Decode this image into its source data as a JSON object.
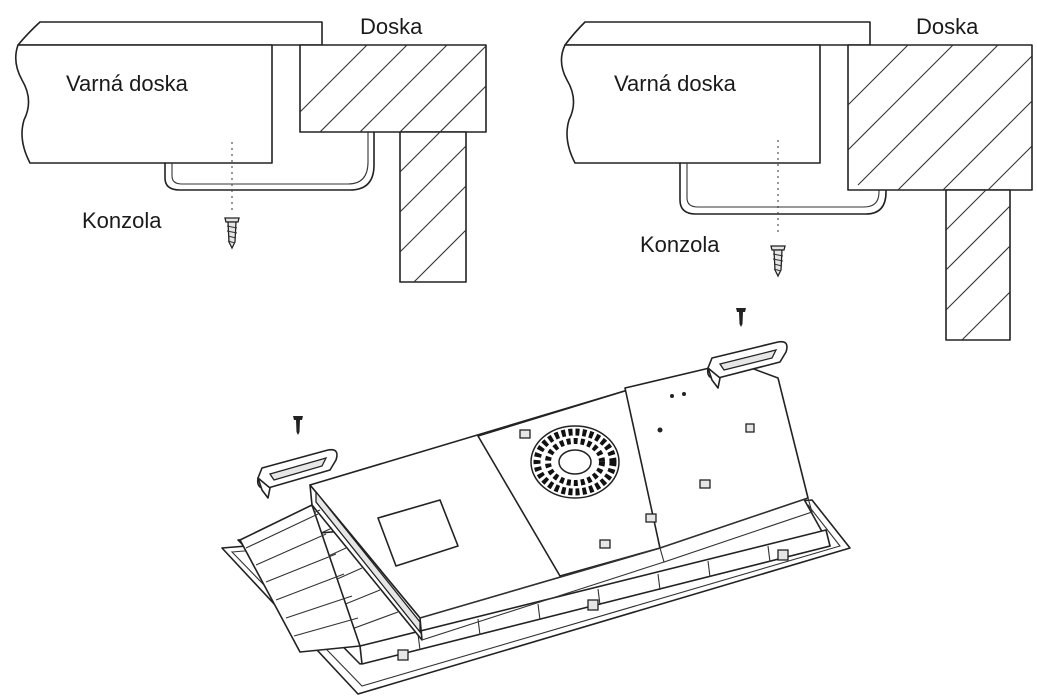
{
  "detail_left": {
    "counter_label": "Doska",
    "hob_label": "Varná doska",
    "bracket_label": "Konzola"
  },
  "detail_right": {
    "counter_label": "Doska",
    "hob_label": "Varná doska",
    "bracket_label": "Konzola"
  },
  "assembly": {
    "fan_rings": 3
  }
}
